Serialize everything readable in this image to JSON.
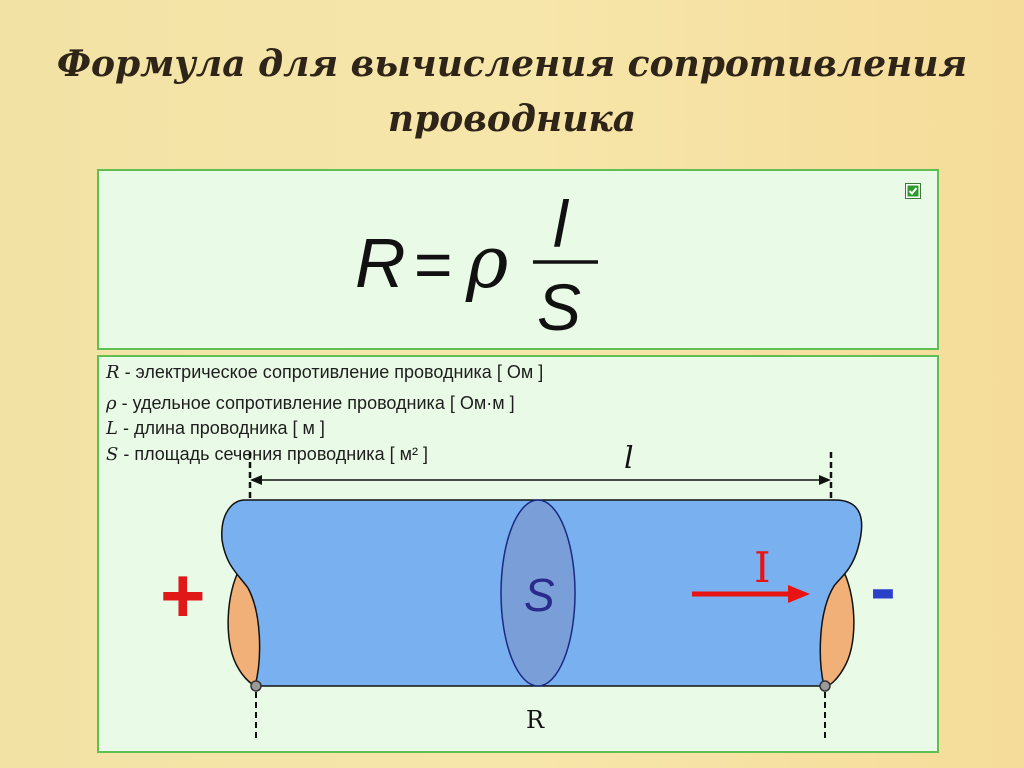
{
  "slide": {
    "title_line1": "Формула для вычисления сопротивления",
    "title_line2": "проводника"
  },
  "formula": {
    "lhs": "R",
    "equals": "=",
    "rho": "ρ",
    "numerator": "l",
    "denominator": "S"
  },
  "legend": [
    {
      "symbol": "R",
      "text": " - электрическое сопротивление проводника [ Ом ]"
    },
    {
      "symbol": "ρ",
      "text": " - удельное сопротивление проводника [ Ом·м ]"
    },
    {
      "symbol": "L",
      "text": " - длина проводника [ м ]"
    },
    {
      "symbol": "S",
      "text": " - площадь сечения проводника [ м² ]"
    }
  ],
  "diagram": {
    "length_label": "l",
    "section_label": "S",
    "current_label": "I",
    "resistor_label": "R",
    "plus_sign": "+",
    "minus_sign": "-"
  },
  "colors": {
    "conductor": "#78b0f0",
    "section": "#7a9ed8",
    "terminal": "#f0b078",
    "current_arrow": "#e81414",
    "plus": "#e01818",
    "minus": "#2a40c8"
  }
}
